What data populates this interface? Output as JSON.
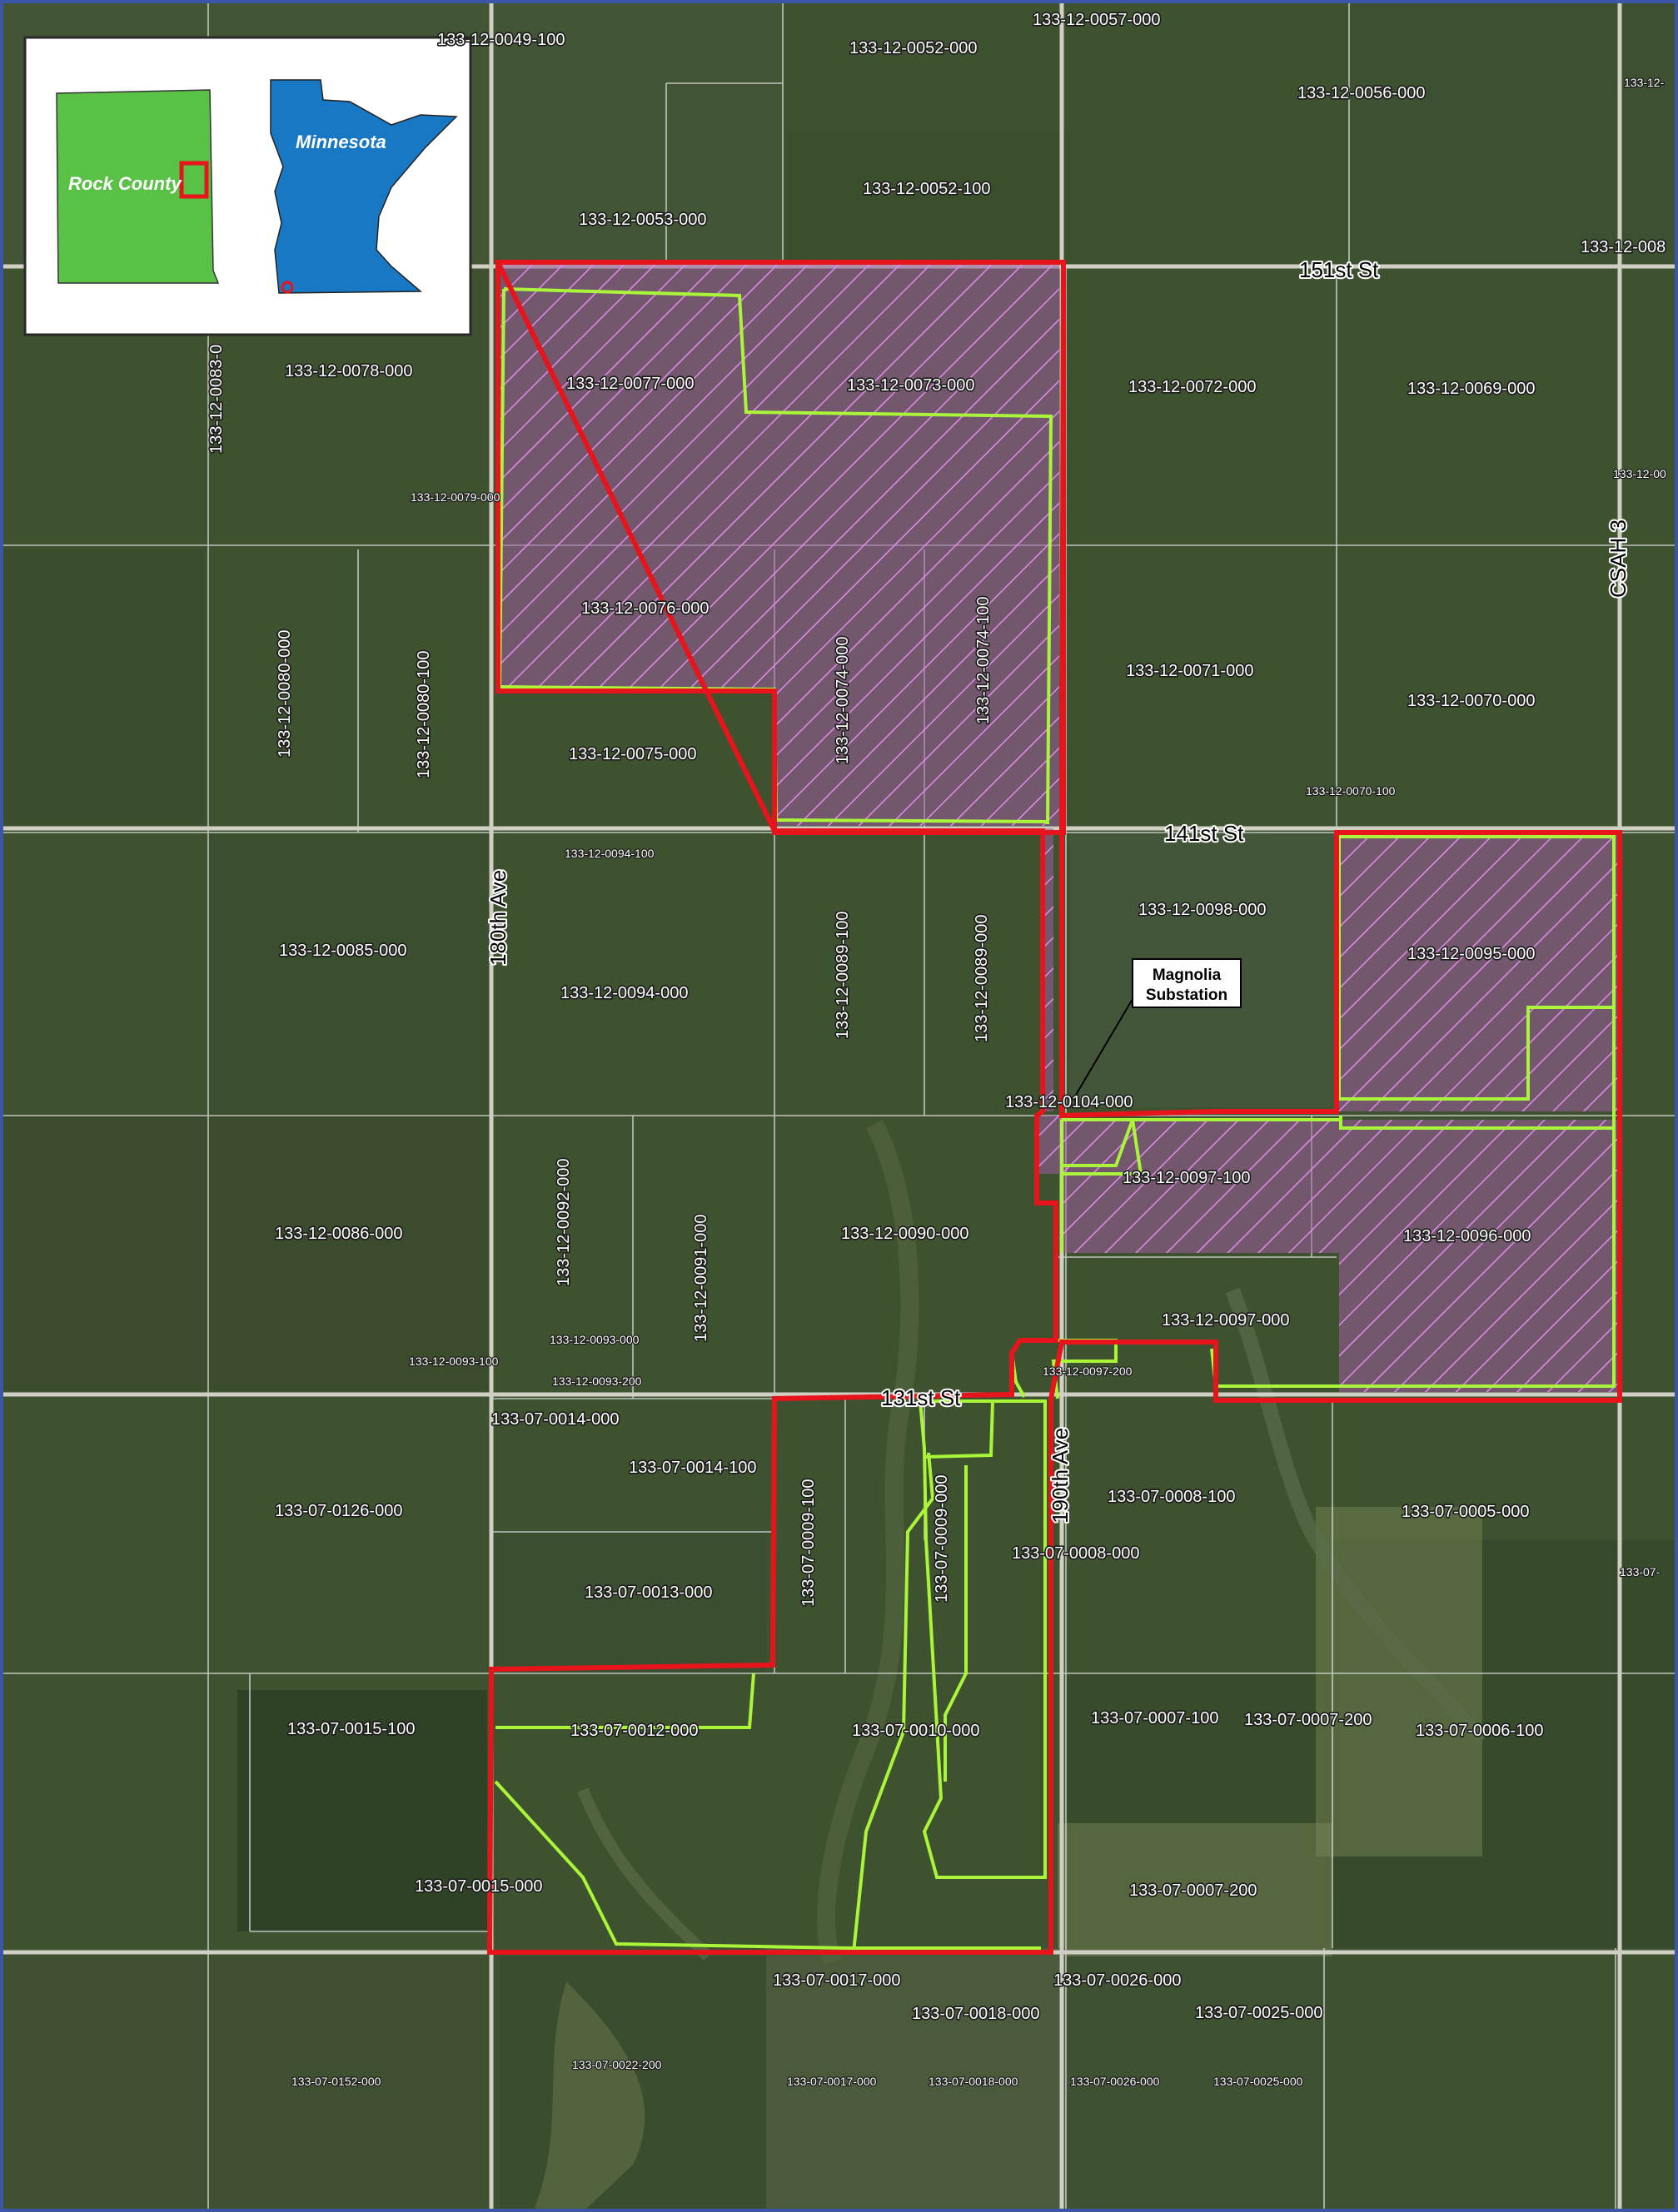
{
  "colors": {
    "study_boundary": "#e8141b",
    "project_parcel_outline": "#aaf53a",
    "hatch_fill": "#9c5a9e",
    "hatch_line": "#e18cec",
    "parcel_lines": "#d8d8d8",
    "roads": "#cfcfc4",
    "county_fill": "#5ac147",
    "state_fill": "#1878c3",
    "map_border": "#3b56a6"
  },
  "inset": {
    "county_label": "Rock County",
    "state_label": "Minnesota"
  },
  "callout": {
    "line1": "Magnolia",
    "line2": "Substation"
  },
  "roads": {
    "r151": "151st St",
    "r141": "141st St",
    "r131": "131st St",
    "a180": "180th Ave",
    "a190": "190th Ave",
    "csah3": "CSAH 3"
  },
  "parcels": [
    "133-12-0057-000",
    "133-12-0049-100",
    "133-12-0052-000",
    "133-12-0056-000",
    "133-12-0052-100",
    "133-12-0053-000",
    "133-12-0078-000",
    "133-12-0077-000",
    "133-12-0073-000",
    "133-12-0072-000",
    "133-12-0069-000",
    "133-12-0079-000",
    "133-12-0076-000",
    "133-12-0071-000",
    "133-12-0070-000",
    "133-12-0075-000",
    "133-12-0098-000",
    "133-12-0085-000",
    "133-12-0094-000",
    "133-12-0095-000",
    "133-12-0104-000",
    "133-12-0097-100",
    "133-12-0086-000",
    "133-12-0090-000",
    "133-12-0096-000",
    "133-12-0097-000",
    "133-07-0014-000",
    "133-07-0014-100",
    "133-07-0126-000",
    "133-07-0008-100",
    "133-07-0005-000",
    "133-07-0008-000",
    "133-07-0013-000",
    "133-07-0015-100",
    "133-07-0012-000",
    "133-07-0010-000",
    "133-07-0007-100",
    "133-07-0007-200",
    "133-07-0006-100",
    "133-07-0015-000",
    "133-07-0007-200",
    "133-07-0017-000",
    "133-07-0018-000",
    "133-07-0026-000",
    "133-07-0025-000",
    "133-12-0094-100",
    "133-12-0070-100",
    "133-12-0093-000",
    "133-12-0093-100",
    "133-12-0093-200",
    "133-12-0097-200",
    "133-07-0022-200",
    "133-07-0152-000",
    "133-07-0017-000",
    "133-07-0018-000",
    "133-07-0026-000",
    "133-07-0025-000",
    "133-12-0083-0",
    "133-12-0080-000",
    "133-12-0080-100",
    "133-12-0074-000",
    "133-12-0074-100",
    "133-12-0089-100",
    "133-12-0089-000",
    "133-12-0092-000",
    "133-12-0091-000",
    "133-07-0009-100",
    "133-07-0009-000",
    "133-12-",
    "133-12-008",
    "133-12-00",
    "133-07-"
  ]
}
